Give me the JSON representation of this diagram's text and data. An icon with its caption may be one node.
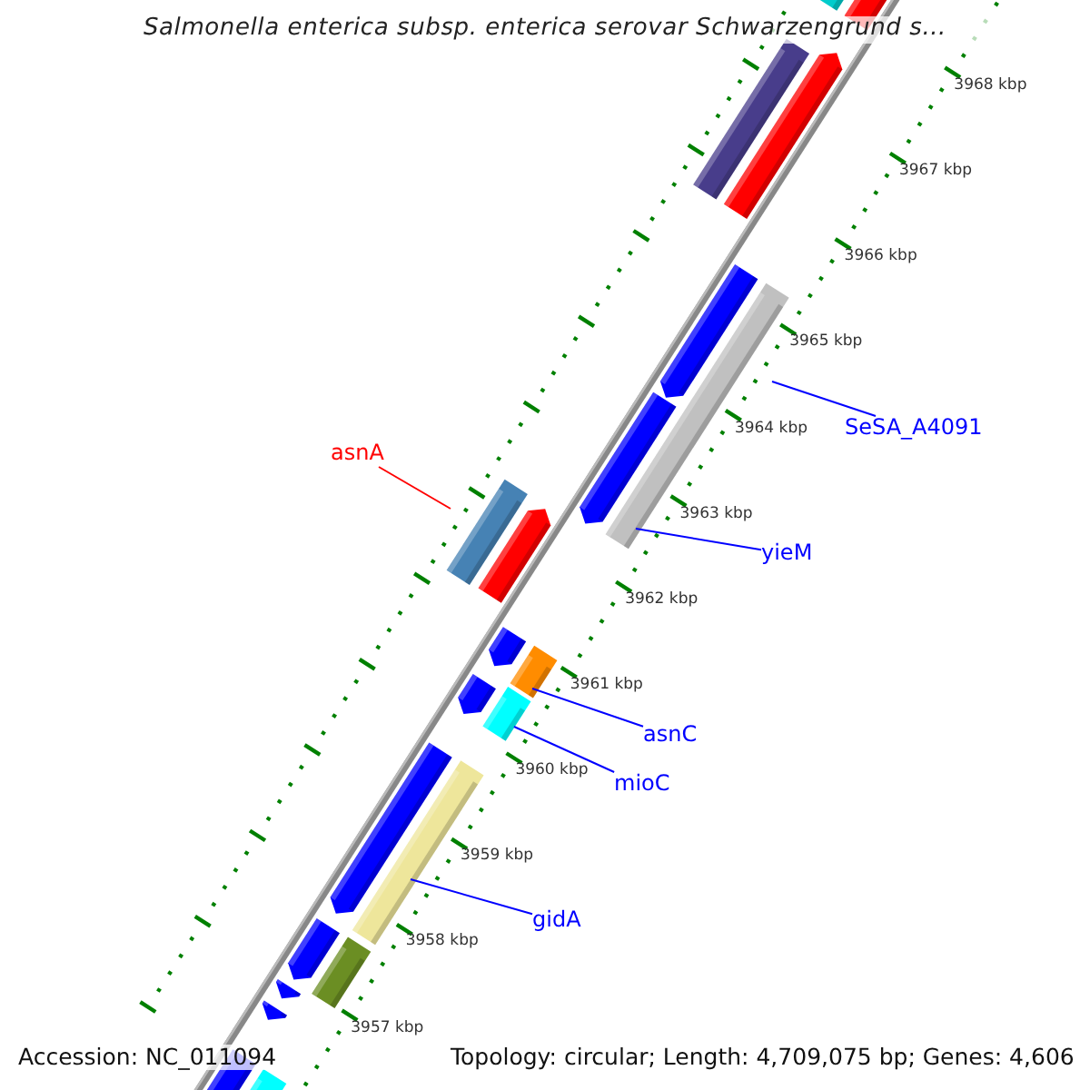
{
  "diagram": {
    "title": "Salmonella enterica subsp. enterica serovar Schwarzengrund s...",
    "nodes": [
      {
        "text": [
          "asnA"
        ]
      },
      {
        "text": [
          "SeSA_A4091"
        ]
      },
      {
        "text": [
          "yieM"
        ]
      },
      {
        "text": [
          "asnC"
        ]
      },
      {
        "text": [
          "mioC"
        ]
      },
      {
        "text": [
          "gidA"
        ]
      }
    ],
    "edges": [
      {
        "from": 0,
        "to": null,
        "arrow": "none",
        "color": "#ff0000"
      },
      {
        "from": 1,
        "to": null,
        "arrow": "none"
      },
      {
        "from": 2,
        "to": null,
        "arrow": "none"
      },
      {
        "from": 3,
        "to": null,
        "arrow": "none"
      },
      {
        "from": 4,
        "to": null,
        "arrow": "none"
      },
      {
        "from": 5,
        "to": null,
        "arrow": "none"
      }
    ],
    "labels": [
      "3968 kbp",
      "3967 kbp",
      "3966 kbp",
      "3965 kbp",
      "3964 kbp",
      "3963 kbp",
      "3962 kbp",
      "3961 kbp",
      "3960 kbp",
      "3959 kbp",
      "3958 kbp",
      "3957 kbp",
      "Accession: NC_011094",
      "Topology: circular; Length: 4,709,075 bp; Genes: 4,606"
    ]
  }
}
